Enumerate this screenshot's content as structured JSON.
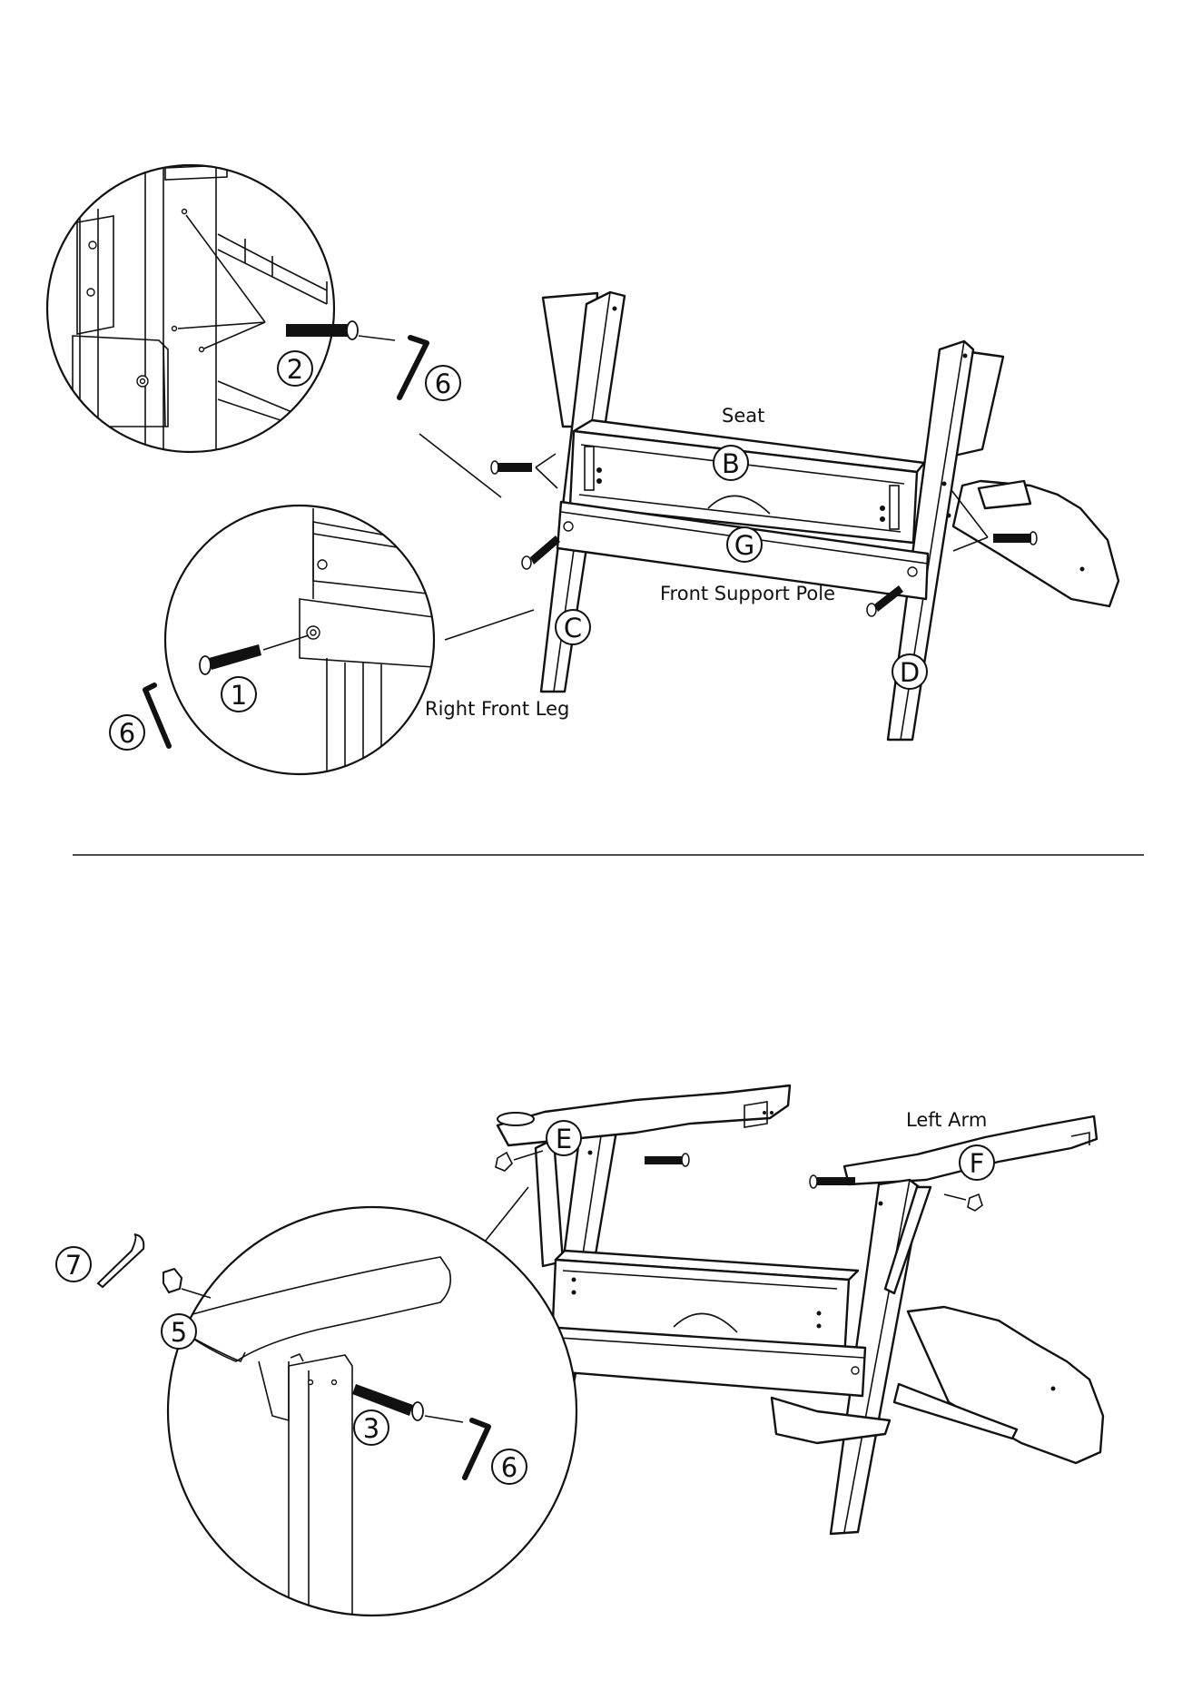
{
  "step1": {
    "labels": {
      "seat": "Seat",
      "front_support_pole": "Front Support Pole",
      "right_front_leg": "Right Front Leg"
    },
    "parts": {
      "seat": "B",
      "front_support_pole": "G",
      "right_front_leg": "C",
      "left_front_leg": "D"
    },
    "hardware": {
      "bolt_long": "2",
      "bolt_short": "1",
      "hex_key": "6",
      "hex_key_2": "6"
    }
  },
  "step2": {
    "labels": {
      "left_arm": "Left Arm"
    },
    "parts": {
      "right_arm": "E",
      "left_arm": "F"
    },
    "hardware": {
      "wrench": "7",
      "nut": "5",
      "bolt": "3",
      "hex_key": "6"
    }
  }
}
